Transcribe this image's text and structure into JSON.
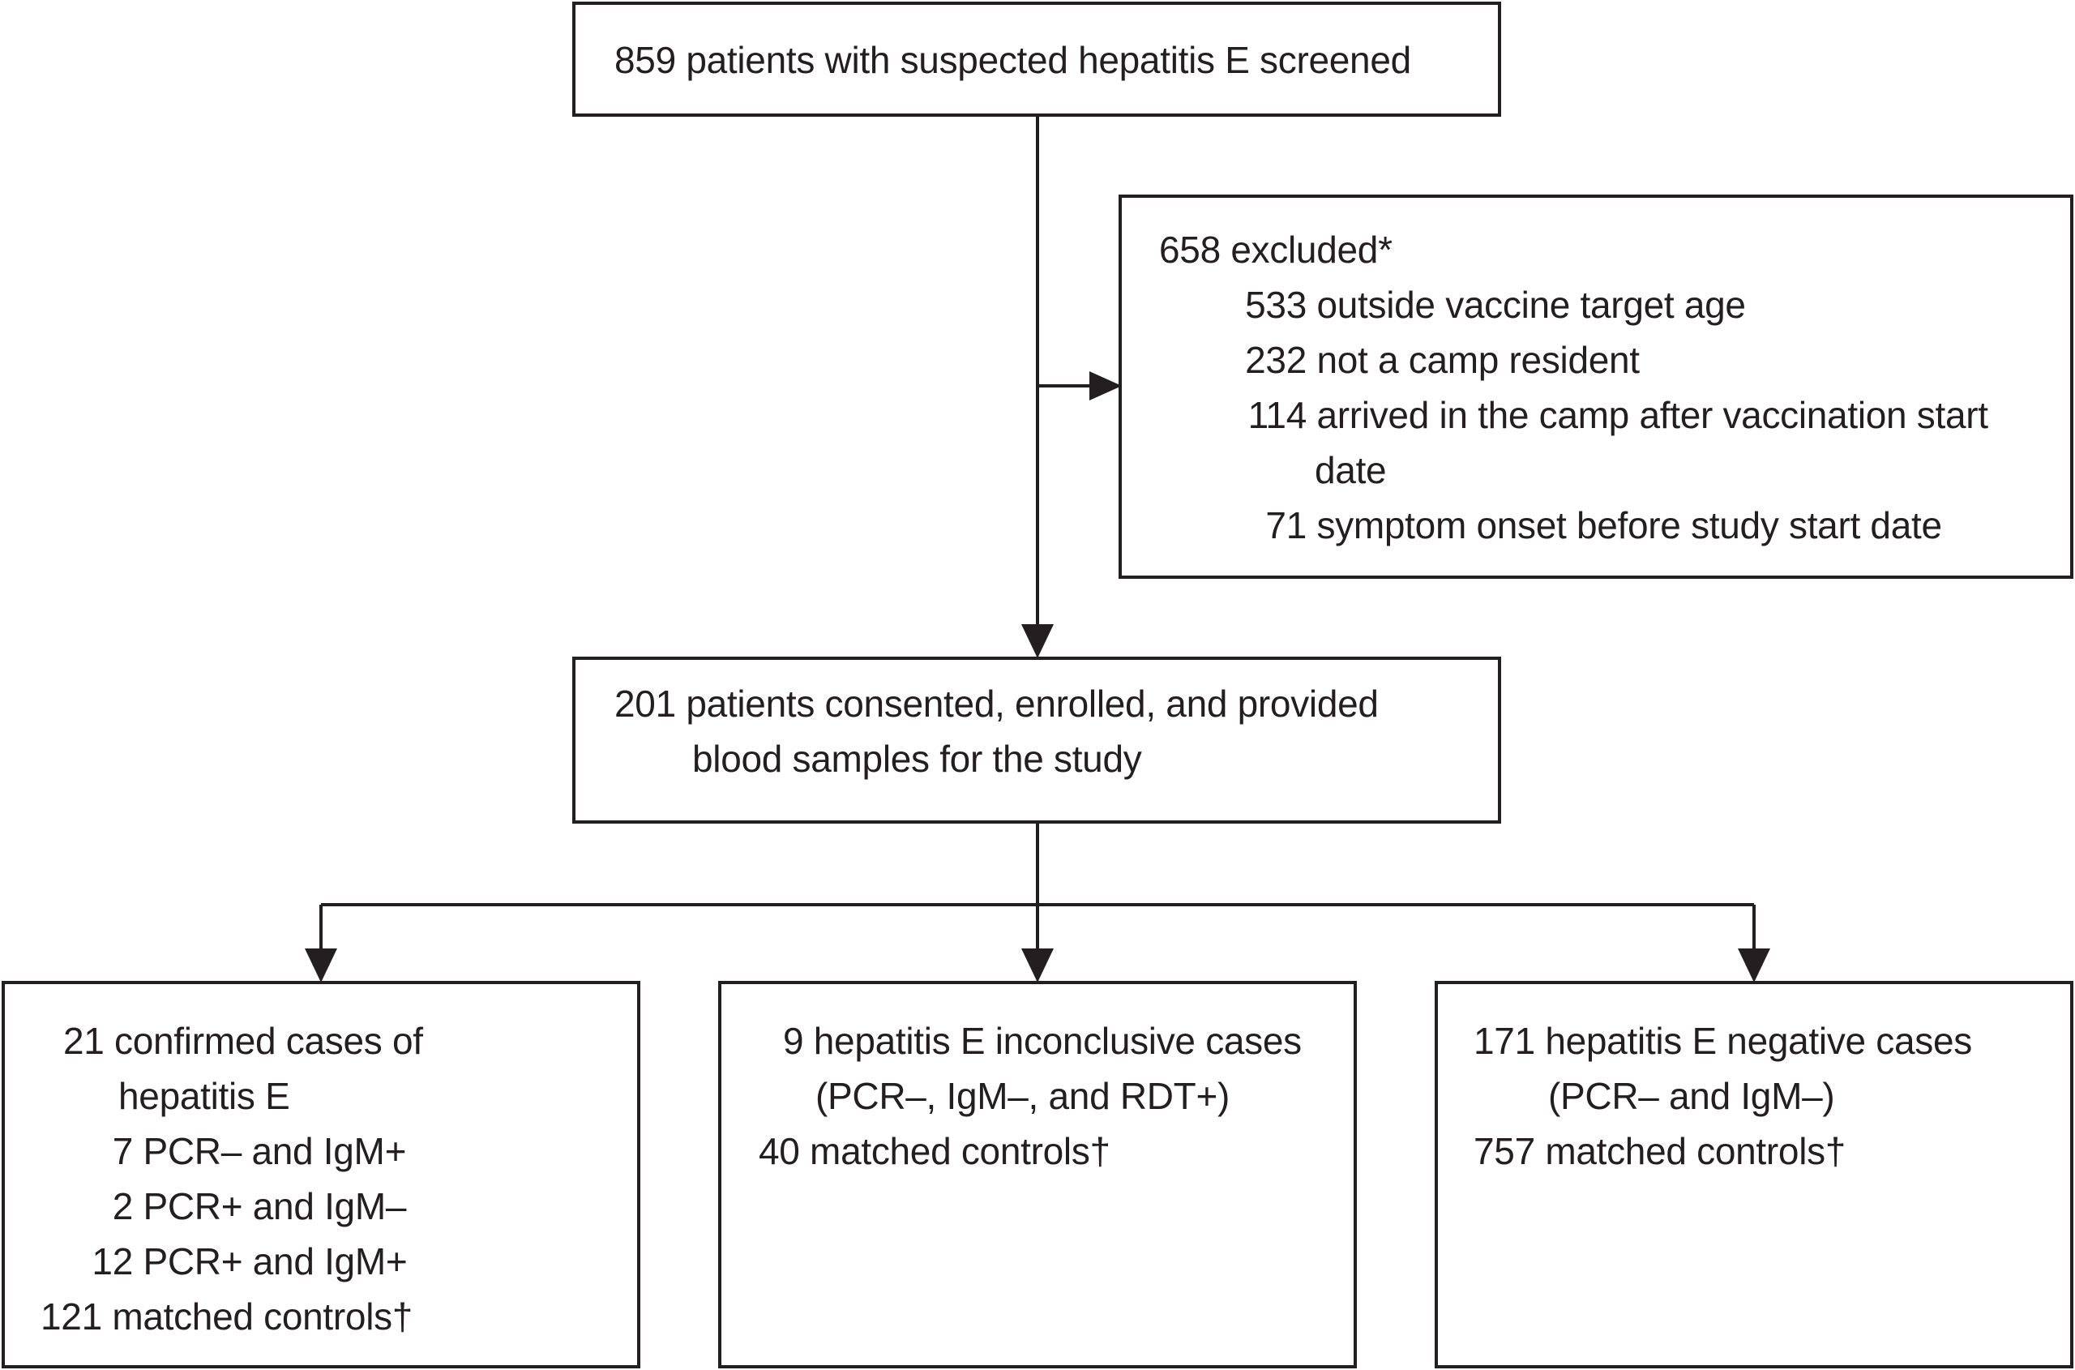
{
  "screening": {
    "text": "859 patients with suspected hepatitis E screened"
  },
  "excluded": {
    "header": "658 excluded*",
    "items": [
      {
        "num": "533",
        "text": "outside vaccine target age"
      },
      {
        "num": "232",
        "text": "not a camp resident"
      },
      {
        "num": "114",
        "text": "arrived in the camp after vaccination start"
      },
      {
        "num": "",
        "text": "date"
      },
      {
        "num": "71",
        "text": "symptom onset before study start date"
      }
    ]
  },
  "enrolled": {
    "line1": "201 patients consented, enrolled, and provided",
    "line2": "blood samples for the study"
  },
  "confirmed": {
    "line1": "21 confirmed cases of",
    "line2": "hepatitis E",
    "items": [
      {
        "num": "7",
        "text": "PCR– and IgM+"
      },
      {
        "num": "2",
        "text": "PCR+ and IgM–"
      },
      {
        "num": "12",
        "text": "PCR+ and IgM+"
      }
    ],
    "controls": "121 matched controls†"
  },
  "inconclusive": {
    "line1": "9 hepatitis E inconclusive cases",
    "line2": "(PCR–, IgM–, and RDT+)",
    "controls": "40 matched controls†"
  },
  "negative": {
    "line1": "171 hepatitis E negative cases",
    "line2": "(PCR– and IgM–)",
    "controls": "757 matched controls†"
  }
}
